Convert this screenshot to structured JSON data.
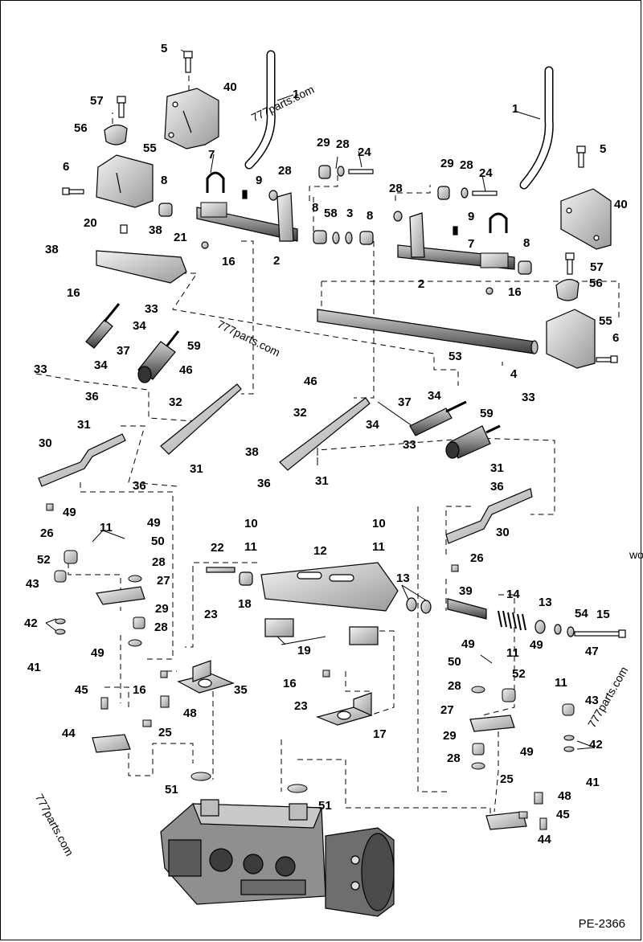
{
  "figure_code": "PE-2366",
  "watermark": "777parts.com",
  "watermark_edge": "wo",
  "callouts": {
    "c5a": "5",
    "c40a": "40",
    "c1a": "1",
    "c57a": "57",
    "c56a": "56",
    "c55a": "55",
    "c6a": "6",
    "c7a": "7",
    "c8a": "8",
    "c9a": "9",
    "c28a": "28",
    "c29a": "29",
    "c28b": "28",
    "c24a": "24",
    "c29b": "29",
    "c28c": "28",
    "c24b": "24",
    "c1b": "1",
    "c5b": "5",
    "c40b": "40",
    "c28d": "28",
    "c8b": "8",
    "c58": "58",
    "c3": "3",
    "c8c": "8",
    "c9b": "9",
    "c7b": "7",
    "c8d": "8",
    "c20": "20",
    "c38a": "38",
    "c21": "21",
    "c38b": "38",
    "c16a": "16",
    "c2a": "2",
    "c2b": "2",
    "c57b": "57",
    "c16b": "16",
    "c16c": "16",
    "c56b": "56",
    "c33a": "33",
    "c34a": "34",
    "c55b": "55",
    "c6b": "6",
    "c37a": "37",
    "c59a": "59",
    "c34b": "34",
    "c4": "4",
    "c33b": "33",
    "c46a": "46",
    "c46b": "46",
    "c53": "53",
    "c34c": "34",
    "c33c": "33",
    "c36a": "36",
    "c32a": "32",
    "c32b": "32",
    "c37b": "37",
    "c31a": "31",
    "c34d": "34",
    "c59b": "59",
    "c30a": "30",
    "c38c": "38",
    "c33d": "33",
    "c31b": "31",
    "c36b": "36",
    "c31c": "31",
    "c36c": "36",
    "c31d": "31",
    "c36d": "36",
    "c26a": "26",
    "c49a": "49",
    "c11a": "11",
    "c49b": "49",
    "c50a": "50",
    "c10a": "10",
    "c10b": "10",
    "c11b": "11",
    "c11c": "11",
    "c30b": "30",
    "c22": "22",
    "c12": "12",
    "c52a": "52",
    "c28e": "28",
    "c26b": "26",
    "c27a": "27",
    "c43a": "43",
    "c18": "18",
    "c13a": "13",
    "c39": "39",
    "c14": "14",
    "c29c": "29",
    "c42a": "42",
    "c28f": "28",
    "c13b": "13",
    "c54": "54",
    "c15": "15",
    "c49c": "49",
    "c47": "47",
    "c41a": "41",
    "c19": "19",
    "c23a": "23",
    "c49d": "49",
    "c11d": "11",
    "c49e": "49",
    "c50b": "50",
    "c52b": "52",
    "c11e": "11",
    "c16d": "16",
    "c35": "35",
    "c28g": "28",
    "c16e": "16",
    "c45a": "45",
    "c48a": "48",
    "c23b": "23",
    "c43b": "43",
    "c27b": "27",
    "c42b": "42",
    "c25a": "25",
    "c44a": "44",
    "c29d": "29",
    "c17": "17",
    "c49f": "49",
    "c28h": "28",
    "c41b": "41",
    "c51a": "51",
    "c25b": "25",
    "c51b": "51",
    "c48b": "48",
    "c45b": "45",
    "c44b": "44"
  }
}
